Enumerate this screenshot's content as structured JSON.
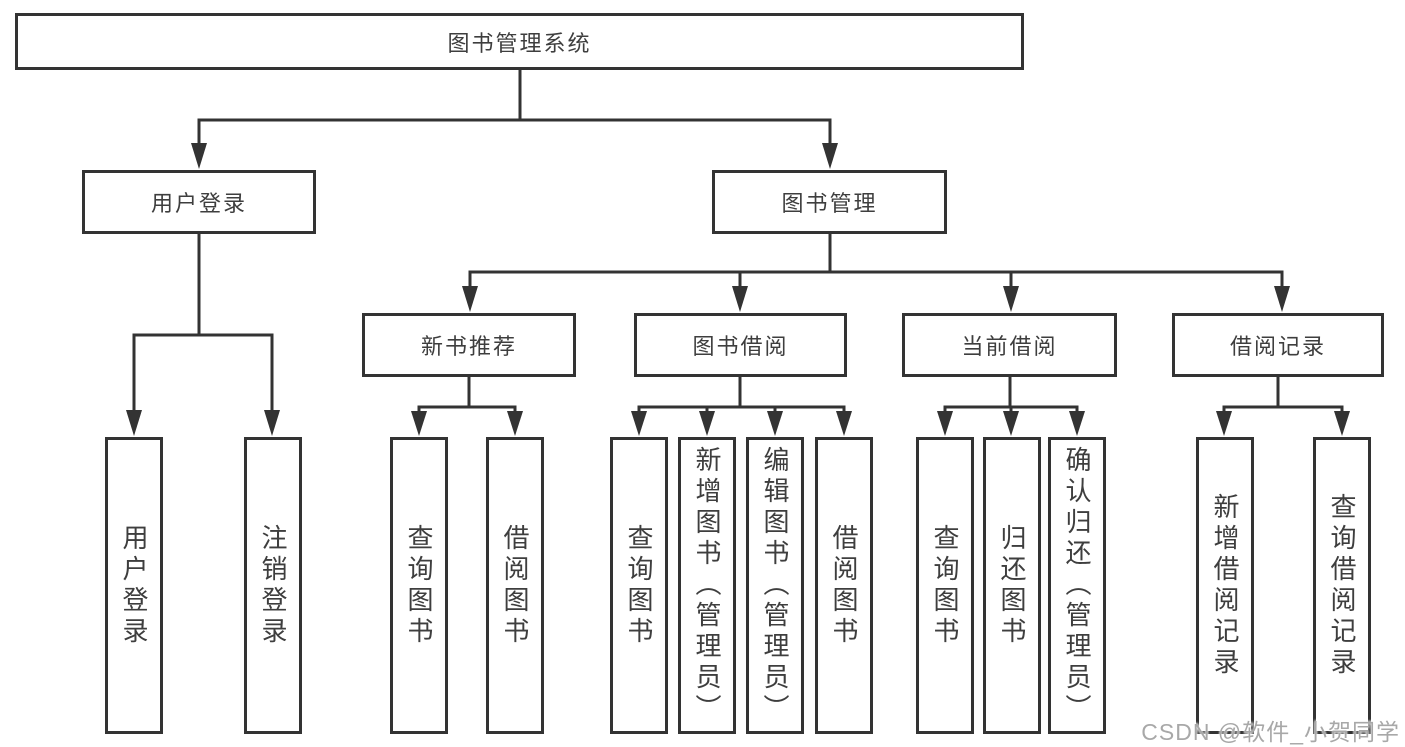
{
  "tree": {
    "label": "图书管理系统",
    "children": [
      {
        "label": "用户登录",
        "children": [
          {
            "label": "用户登录"
          },
          {
            "label": "注销登录"
          }
        ]
      },
      {
        "label": "图书管理",
        "children": [
          {
            "label": "新书推荐",
            "children": [
              {
                "label": "查询图书"
              },
              {
                "label": "借阅图书"
              }
            ]
          },
          {
            "label": "图书借阅",
            "children": [
              {
                "label": "查询图书"
              },
              {
                "label": "新增图书（管理员）"
              },
              {
                "label": "编辑图书（管理员）"
              },
              {
                "label": "借阅图书"
              }
            ]
          },
          {
            "label": "当前借阅",
            "children": [
              {
                "label": "查询图书"
              },
              {
                "label": "归还图书"
              },
              {
                "label": "确认归还（管理员）"
              }
            ]
          },
          {
            "label": "借阅记录",
            "children": [
              {
                "label": "新增借阅记录"
              },
              {
                "label": "查询借阅记录"
              }
            ]
          }
        ]
      }
    ]
  },
  "watermark": {
    "text": "CSDN @软件_小贺同学"
  },
  "colors": {
    "line": "#333333",
    "text": "#3e3e3e",
    "watermark": "#a8a8a8",
    "background": "#ffffff"
  }
}
